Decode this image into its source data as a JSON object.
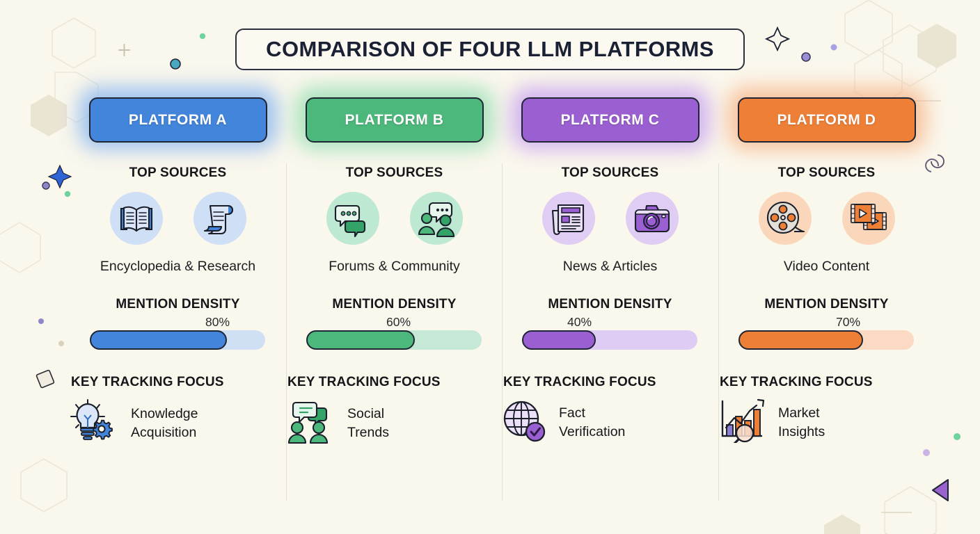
{
  "header": {
    "title": "COMPARISON OF FOUR LLM PLATFORMS"
  },
  "section_labels": {
    "top_sources": "TOP SOURCES",
    "mention_density": "MENTION DENSITY",
    "key_tracking_focus": "KEY TRACKING FOCUS"
  },
  "columns": [
    {
      "platform": "PLATFORM A",
      "accent": "#4285db",
      "accent_dark": "#2f6fc4",
      "glow": "#7fb0f0",
      "circle_bg": "#cfdff5",
      "track_bg": "#cfe0f5",
      "source_icons": [
        "open-book-icon",
        "scroll-document-icon"
      ],
      "source_label": "Encyclopedia & Research",
      "density_pct": 80,
      "density_label": "80%",
      "focus_icon": "lightbulb-gear-icon",
      "focus_line1": "Knowledge",
      "focus_line2": "Acquisition"
    },
    {
      "platform": "PLATFORM B",
      "accent": "#4cb87c",
      "accent_dark": "#34a368",
      "glow": "#8fdcb0",
      "circle_bg": "#bde8d2",
      "track_bg": "#c6e8d6",
      "source_icons": [
        "chat-bubbles-icon",
        "people-discussion-icon"
      ],
      "source_label": "Forums & Community",
      "density_pct": 60,
      "density_label": "60%",
      "focus_icon": "social-chat-people-icon",
      "focus_line1": "Social",
      "focus_line2": "Trends"
    },
    {
      "platform": "PLATFORM C",
      "accent": "#9a5fd0",
      "accent_dark": "#8444c4",
      "glow": "#c49cf0",
      "circle_bg": "#e0cdf4",
      "track_bg": "#dfccf5",
      "source_icons": [
        "newspaper-icon",
        "camera-icon"
      ],
      "source_label": "News & Articles",
      "density_pct": 40,
      "density_label": "40%",
      "focus_icon": "globe-check-icon",
      "focus_line1": "Fact",
      "focus_line2": "Verification"
    },
    {
      "platform": "PLATFORM D",
      "accent": "#ee7f37",
      "accent_dark": "#e2692a",
      "glow": "#f7b183",
      "circle_bg": "#fad6bb",
      "track_bg": "#fbd9c2",
      "source_icons": [
        "film-reel-icon",
        "video-clips-icon"
      ],
      "source_label": "Video Content",
      "density_pct": 70,
      "density_label": "70%",
      "focus_icon": "growth-chart-magnifier-icon",
      "focus_line1": "Market",
      "focus_line2": "Insights"
    }
  ],
  "chart_data": {
    "type": "bar",
    "title": "MENTION DENSITY",
    "categories": [
      "PLATFORM A",
      "PLATFORM B",
      "PLATFORM C",
      "PLATFORM D"
    ],
    "values": [
      80,
      60,
      40,
      70
    ],
    "value_labels": [
      "80%",
      "60%",
      "40%",
      "70%"
    ],
    "xlabel": "",
    "ylabel": "Mention Density (%)",
    "ylim": [
      0,
      100
    ],
    "orientation": "horizontal",
    "grid": false,
    "legend": "none",
    "series_colors": [
      "#4285db",
      "#4cb87c",
      "#9a5fd0",
      "#ee7f37"
    ]
  },
  "background_decor": {
    "hexagons": "outline-hexagon",
    "shapes": [
      "dot",
      "sparkle",
      "plus",
      "triangle",
      "square",
      "arc"
    ],
    "bg_color": "#faf7ec"
  }
}
